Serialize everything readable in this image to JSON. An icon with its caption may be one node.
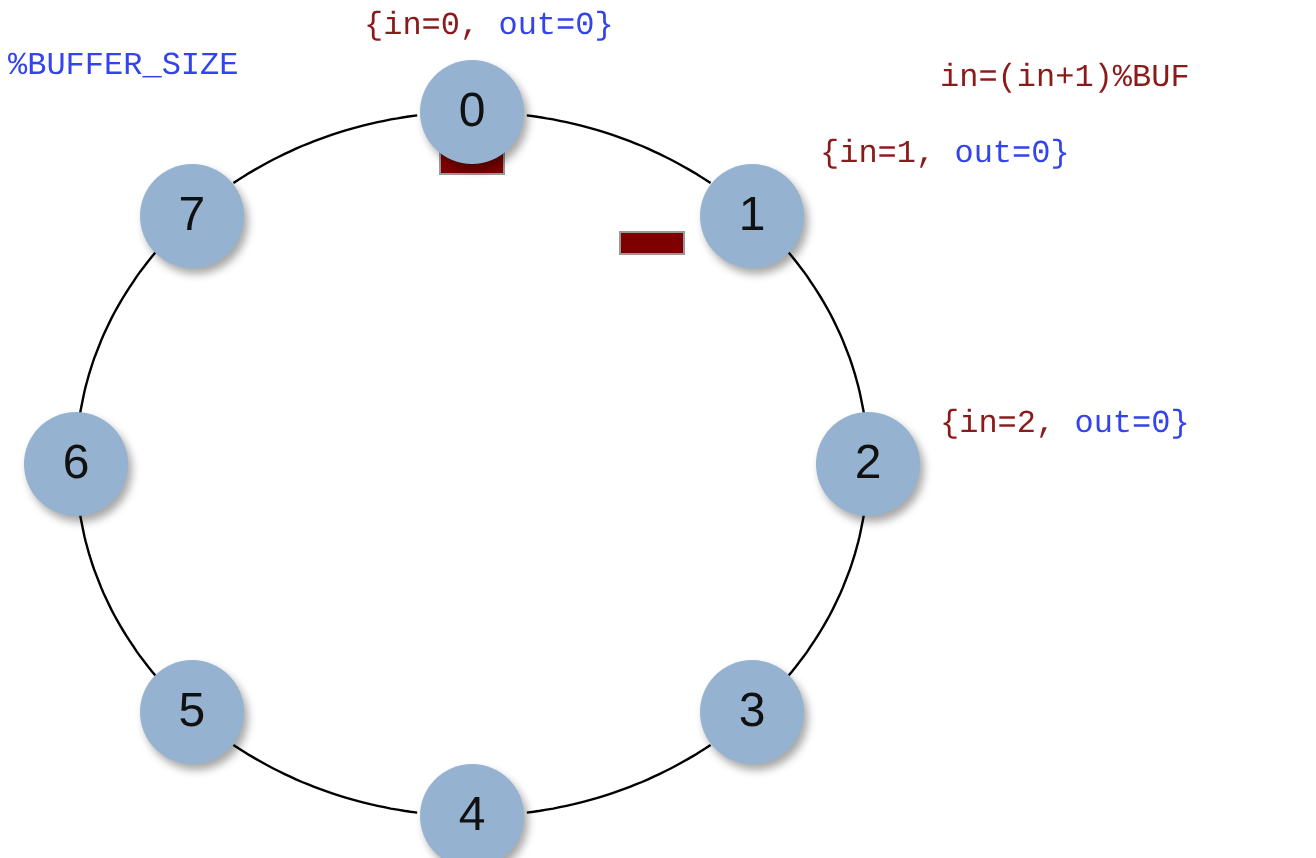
{
  "diagram": {
    "nodes": [
      {
        "text": [
          "0"
        ],
        "beside": [
          "{in=0, out=0}"
        ]
      },
      {
        "text": [
          "1"
        ],
        "beside": [
          "{in=1, out=0}"
        ]
      },
      {
        "text": [
          "2"
        ],
        "beside": [
          "{in=2, out=0}"
        ]
      },
      {
        "text": [
          "3"
        ]
      },
      {
        "text": [
          "4"
        ]
      },
      {
        "text": [
          "5"
        ]
      },
      {
        "text": [
          "6"
        ]
      },
      {
        "text": [
          "7"
        ]
      }
    ],
    "edges": [
      {
        "from": 0,
        "to": 1,
        "arrow": "none"
      },
      {
        "from": 1,
        "to": 2,
        "arrow": "none"
      },
      {
        "from": 2,
        "to": 3,
        "arrow": "none"
      },
      {
        "from": 3,
        "to": 4,
        "arrow": "none"
      },
      {
        "from": 4,
        "to": 5,
        "arrow": "none"
      },
      {
        "from": 5,
        "to": 6,
        "arrow": "none"
      },
      {
        "from": 6,
        "to": 7,
        "arrow": "none"
      },
      {
        "from": 7,
        "to": 0,
        "arrow": "none"
      }
    ],
    "labels": [
      "%BUFFER_SIZE",
      "in=(in+1)%BUF"
    ]
  }
}
